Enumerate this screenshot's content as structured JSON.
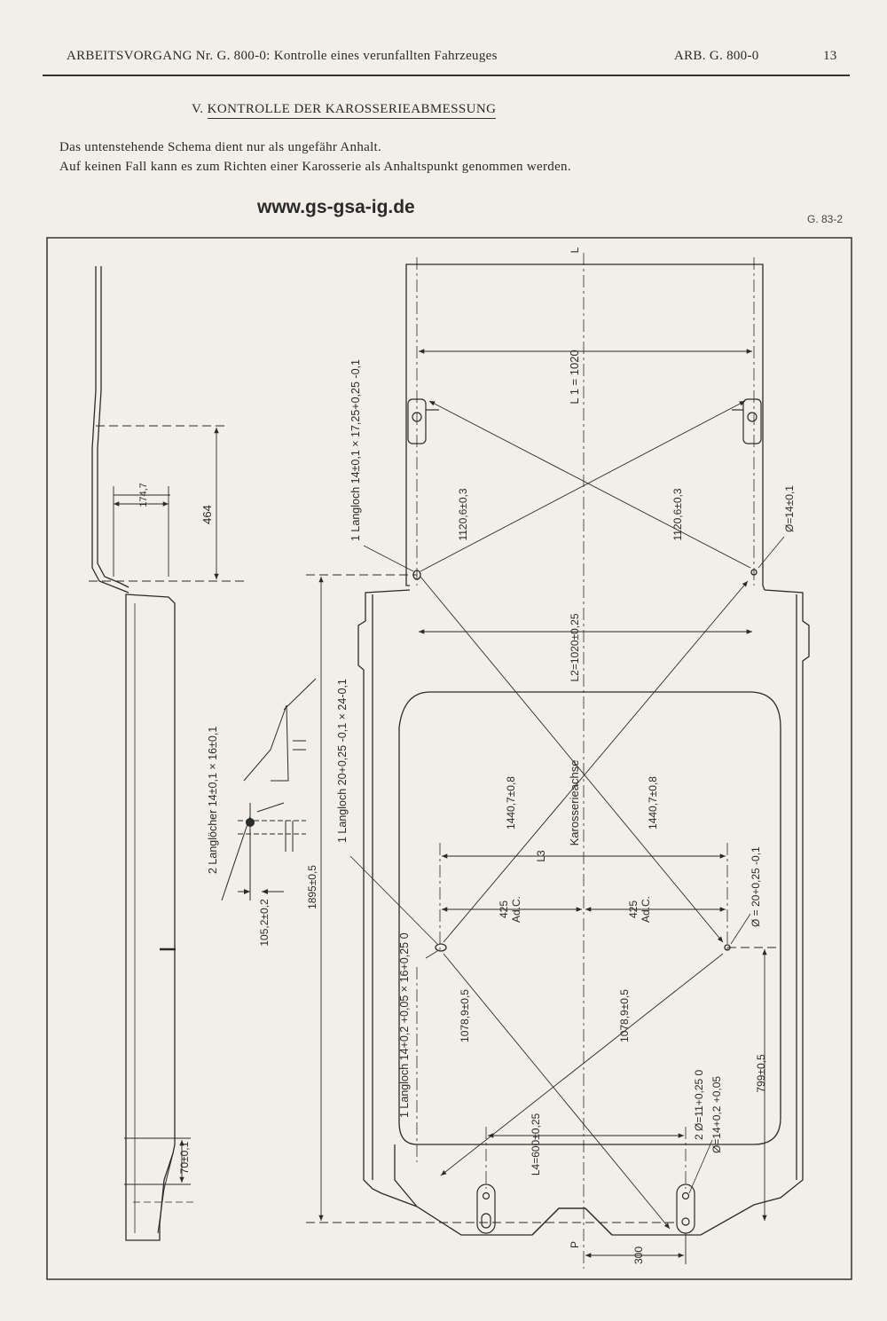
{
  "header": {
    "left": "ARBEITSVORGANG Nr. G. 800-0: Kontrolle eines verunfallten Fahrzeuges",
    "right": "ARB. G. 800-0",
    "page": "13"
  },
  "section": {
    "number": "V.",
    "title": "KONTROLLE DER KAROSSERIEABMESSUNG"
  },
  "intro": {
    "line1": "Das untenstehende Schema dient nur als ungefähr Anhalt.",
    "line2": "Auf keinen Fall kann es zum Richten einer Karosserie als Anhaltspunkt genommen werden."
  },
  "website": "www.gs-gsa-ig.de",
  "figure_ref": "G. 83-2",
  "drawing": {
    "axis_L": "L",
    "axis_P": "P",
    "L1": "L 1 = 1020",
    "L2": "L2=1020±0,25",
    "L3": "L3",
    "L4": "L4=600±0,25",
    "diag_front": "1120,6±0,3",
    "diag_mid": "1440,7±0,8",
    "diag_rear": "1078,9±0,5",
    "ad_c": "425 Ad.C.",
    "ad_c_num": "425",
    "ad_c_lbl": "Ad.C.",
    "karosserieachse": "Karosserieachse",
    "dia_front": "Ø=14±0,1",
    "dia_mid": "Ø = 20+0,25 -0,1",
    "dia_rear_1": "2 Ø=11+0,25 0",
    "dia_rear_2": "Ø=14+0,2 +0,05",
    "slot_front": "1 Langloch 14±0,1 × 17,25+0,25 -0,1",
    "slot_mid": "1 Langloch 20+0,25 -0,1 × 24-0,1",
    "slot_rear": "1 Langloch 14+0,2 +0,05 × 16+0,25 0",
    "slots_side": "2 Langlöcher 14±0,1 × 16±0,1",
    "dim_464": "464",
    "dim_174": "174,7",
    "dim_1895": "1895±0,5",
    "dim_105": "105,2±0,2",
    "dim_70": "70±0,1",
    "dim_799": "799±0,5",
    "dim_300": "300"
  }
}
